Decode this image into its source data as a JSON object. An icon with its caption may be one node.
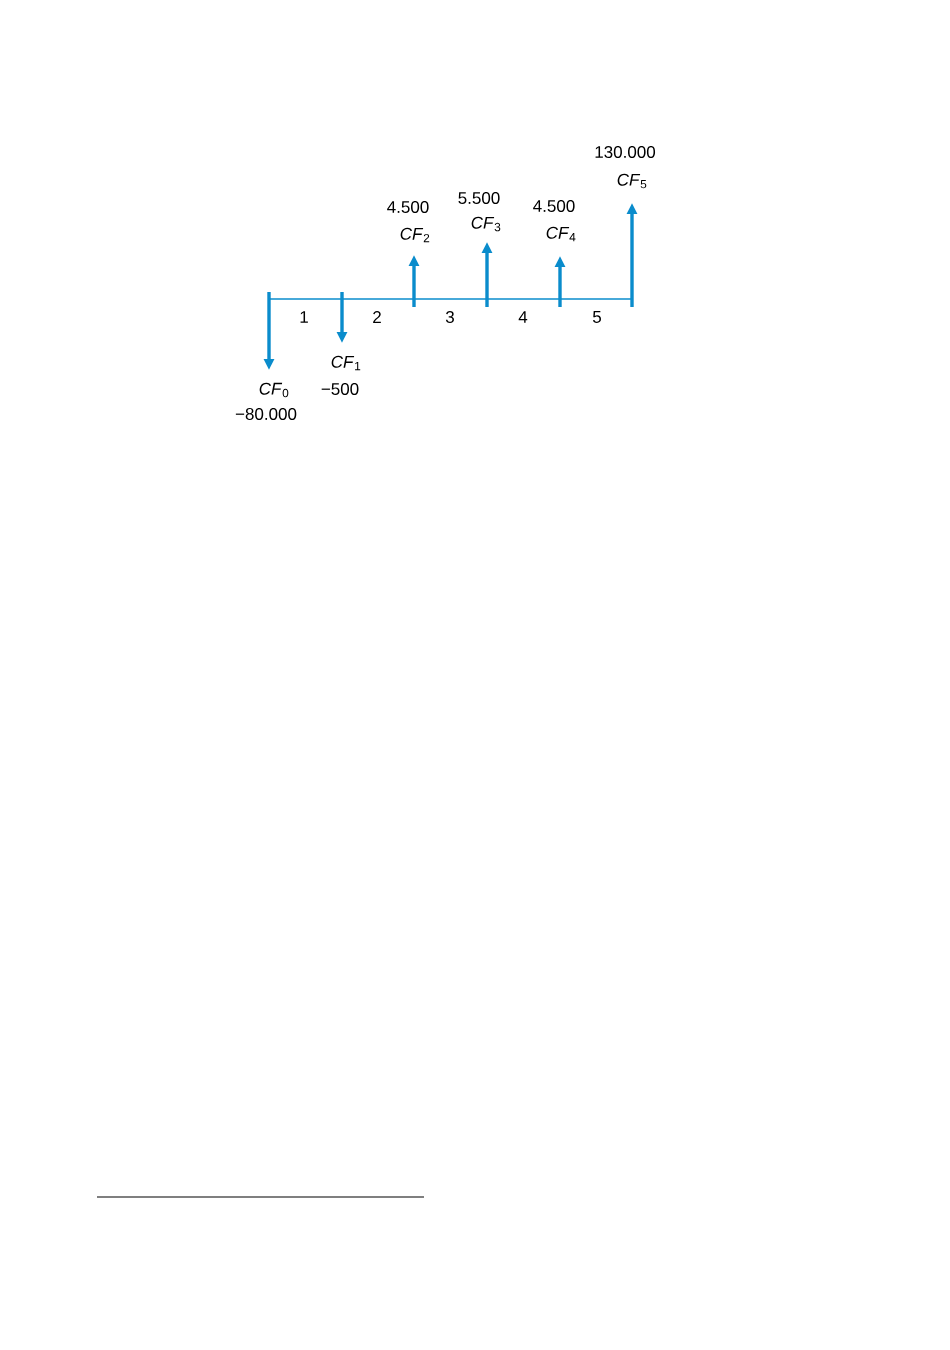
{
  "diagram": {
    "labels": [
      "130.000",
      "*CF*$_{5}$",
      "4.500",
      "5.500",
      "4.500",
      "*CF*$_{2}$",
      "*CF*$_{3}$",
      "*CF*$_{4}$",
      "1",
      "2",
      "3",
      "4",
      "5",
      "*CF*$_{1}$",
      "−500",
      "*CF*$_{0}$",
      "−80.000"
    ]
  }
}
